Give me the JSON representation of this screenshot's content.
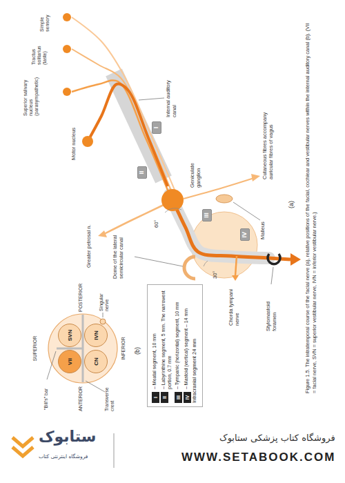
{
  "diagram": {
    "caption": "Figure 1.5. The intratemporal course of the facial nerve (a), relative positions of the facial, cochlear and vestibular nerves within the internal auditory canal (b). (VII = facial nerve, SVN = superior vestibular nerve, IVN = inferior vestibular nerve.)",
    "nodes": [
      {
        "text": [
          "I"
        ]
      },
      {
        "text": [
          "II"
        ]
      },
      {
        "text": [
          "III"
        ]
      },
      {
        "text": [
          "IV"
        ]
      },
      {
        "text": [
          "SVN"
        ]
      },
      {
        "text": [
          "VII"
        ]
      },
      {
        "text": [
          "IVN"
        ]
      },
      {
        "text": [
          "CN"
        ]
      },
      {
        "text": [
          "Intracranial segment 24 mm"
        ]
      },
      {
        "text": [
          "I",
          "– Meatal segment, 10 mm"
        ],
        "in": 8
      },
      {
        "text": [
          "II",
          "– Labyrinthine segment, 5 mm. The narrowest portion, 0.7 mm"
        ],
        "in": 8
      },
      {
        "text": [
          "III",
          "– Tympanic (horizontal) segment, 10 mm"
        ],
        "in": 8
      },
      {
        "text": [
          "IV",
          "– Mastoid (vertical) segment – 14 mm"
        ],
        "in": 8
      }
    ],
    "labels": [
      "Motor nucleus",
      "Superior salivary nucleus (parasympathetic)",
      "Tractus solitarius (taste)",
      "Simple sensory",
      "Greater petrosal n.",
      "Internal auditory canal",
      "Geniculate ganglion",
      "60°",
      "Dome of the lateral semicircular canal",
      "Chorda tympani nerve",
      "30°",
      "Stylomastoid foramen",
      "Malleus",
      "Cutaneous fibres accompany auricular fibres of vagus",
      "(a)",
      "SUPERIOR",
      "POSTERIOR",
      "ANTERIOR",
      "INFERIOR",
      "\"Bill's\" bar",
      "Transverse crest",
      "Singular nerve",
      "(b)",
      "ستابوک",
      "فروشگاه اینترنتی کتاب",
      "فروشگاه کتاب پزشکی ستابوک",
      "WWW.SETABOOK.COM"
    ]
  }
}
